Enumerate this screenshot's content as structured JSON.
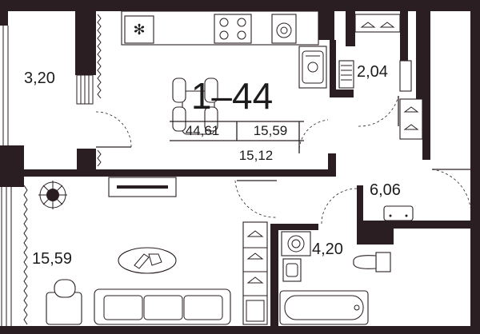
{
  "apartment": {
    "code": "1–44",
    "total_area": "44,61",
    "living_area": "15,59",
    "kitchen_area": "15,12"
  },
  "rooms": [
    {
      "id": "balcony",
      "area": "3,20"
    },
    {
      "id": "storage",
      "area": "2,04"
    },
    {
      "id": "hall",
      "area": "6,06"
    },
    {
      "id": "bathroom",
      "area": "4,20"
    },
    {
      "id": "bedroom",
      "area": "15,59"
    }
  ],
  "colors": {
    "wall": "#2a1e22",
    "background": "#ffffff",
    "text": "#1d1b1c"
  }
}
